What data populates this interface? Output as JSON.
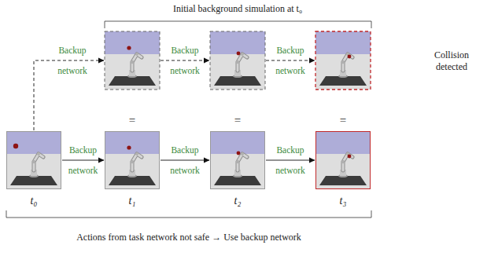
{
  "diagram": {
    "nodes": [
      {
        "text": [
          "t₀"
        ]
      },
      {
        "text": [
          "t₁"
        ]
      },
      {
        "text": [
          "t₂"
        ]
      },
      {
        "text": [
          "t₃"
        ]
      }
    ],
    "edges": [
      {
        "from": 0,
        "to": 1,
        "label": "Backup network",
        "arrow": "to"
      },
      {
        "from": 1,
        "to": 2,
        "label": "Backup network",
        "arrow": "to"
      },
      {
        "from": 2,
        "to": 3,
        "label": "Backup network",
        "arrow": "to"
      }
    ],
    "labels": [
      "Initial background simulation at t₀",
      "Backup network",
      "Backup network",
      "Backup network",
      "=",
      "=",
      "=",
      "Collision detected",
      "Actions from task network not safe → Use backup network"
    ]
  }
}
